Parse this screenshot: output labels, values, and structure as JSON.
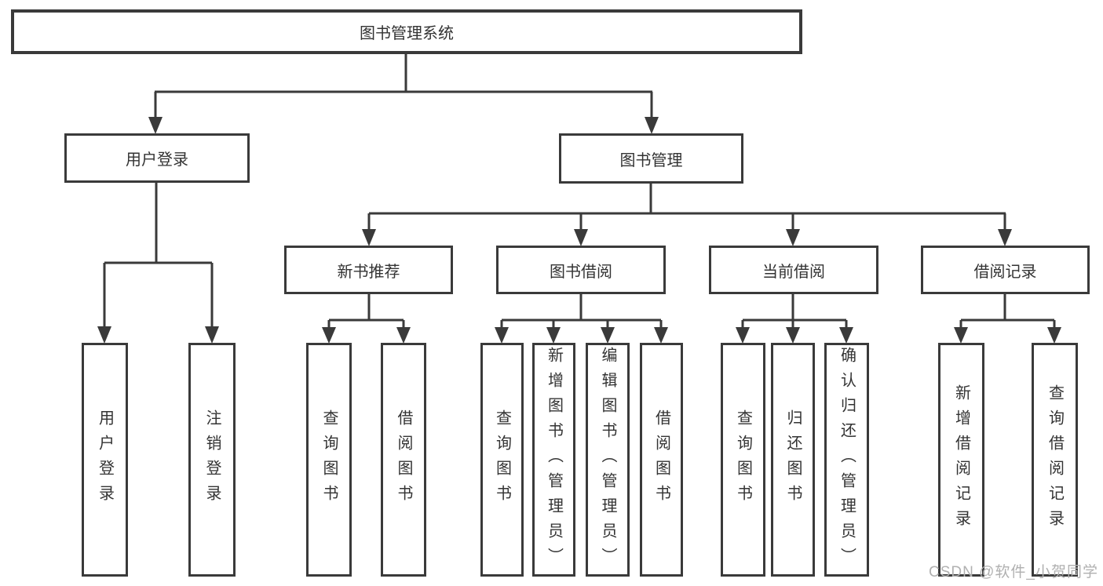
{
  "diagram": {
    "root": {
      "label": "图书管理系统"
    },
    "level2": {
      "user_login": {
        "label": "用户登录"
      },
      "book_mgmt": {
        "label": "图书管理"
      }
    },
    "level3": {
      "new_books": {
        "label": "新书推荐"
      },
      "book_borrow": {
        "label": "图书借阅"
      },
      "current_borrow": {
        "label": "当前借阅"
      },
      "borrow_records": {
        "label": "借阅记录"
      }
    },
    "leaves": {
      "user_login": [
        "用户登录",
        "注销登录"
      ],
      "new_books": [
        "查询图书",
        "借阅图书"
      ],
      "book_borrow": [
        "查询图书",
        "新增图书（管理员）",
        "编辑图书（管理员）",
        "借阅图书"
      ],
      "current_borrow": [
        "查询图书",
        "归还图书",
        "确认归还（管理员）"
      ],
      "borrow_records": [
        "新增借阅记录",
        "查询借阅记录"
      ]
    }
  },
  "watermark": {
    "text": "CSDN @软件_小贺同学"
  },
  "colors": {
    "line": "#3a3a3a",
    "text": "#333333",
    "watermark": "#b0b0b0",
    "background": "#ffffff"
  }
}
